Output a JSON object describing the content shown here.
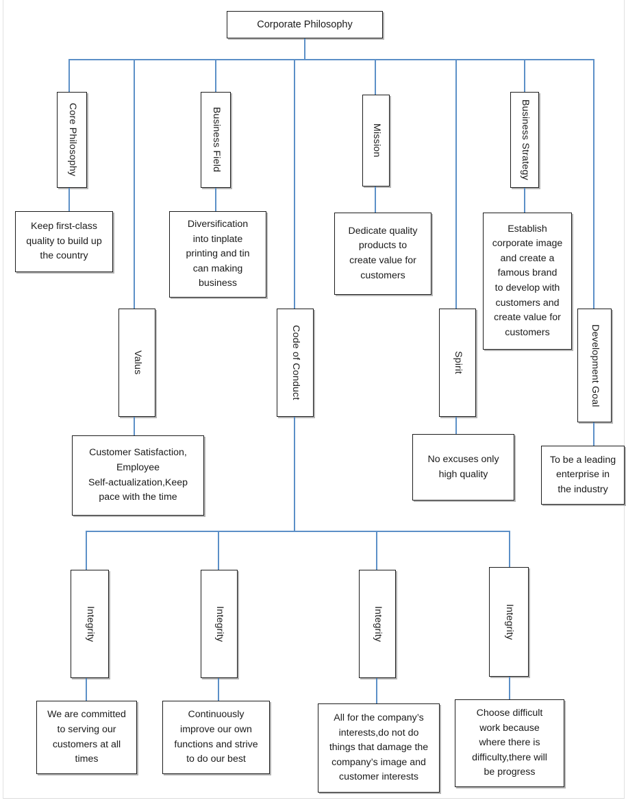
{
  "diagram": {
    "title": "Corporate Philosophy",
    "root": {
      "label": "Corporate Philosophy"
    },
    "line_color": "#5b8fc7",
    "border_color": "#1a1a1a",
    "background": "#ffffff",
    "categories": [
      {
        "id": "core-philosophy",
        "label": "Core Philosophy",
        "detail": "Keep first-class\nquality to build up\nthe country"
      },
      {
        "id": "valus",
        "label": "Valus",
        "detail": "Customer Satisfaction,\nEmployee\nSelf-actualization,Keep\npace with the time"
      },
      {
        "id": "business-field",
        "label": "Business Field",
        "detail": "Diversification\ninto tinplate\nprinting and tin\ncan making\nbusiness"
      },
      {
        "id": "code-of-conduct",
        "label": "Code of Conduct",
        "detail": ""
      },
      {
        "id": "mission",
        "label": "Mission",
        "detail": "Dedicate quality\nproducts to\ncreate value for\ncustomers"
      },
      {
        "id": "spirit",
        "label": "Spirit",
        "detail": "No excuses only\nhigh quality"
      },
      {
        "id": "business-strategy",
        "label": "Business Strategy",
        "detail": "Establish\ncorporate image\nand create a\nfamous brand\nto develop with\ncustomers and\ncreate value for\ncustomers"
      },
      {
        "id": "development-goal",
        "label": "Development Goal",
        "detail": "To be a leading\nenterprise in\nthe industry"
      }
    ],
    "conduct_items": [
      {
        "id": "integrity-1",
        "label": "Integrity",
        "detail": "We are committed\nto serving our\ncustomers at all\ntimes"
      },
      {
        "id": "integrity-2",
        "label": "Integrity",
        "detail": "Continuously\nimprove our own\nfunctions and strive\nto do our best"
      },
      {
        "id": "integrity-3",
        "label": "Integrity",
        "detail": "All for the company’s\ninterests,do not do\nthings that damage the\ncompany’s image and\ncustomer interests"
      },
      {
        "id": "integrity-4",
        "label": "Integrity",
        "detail": "Choose difficult\nwork because\nwhere there is\ndifficulty,there will\nbe progress"
      }
    ]
  }
}
